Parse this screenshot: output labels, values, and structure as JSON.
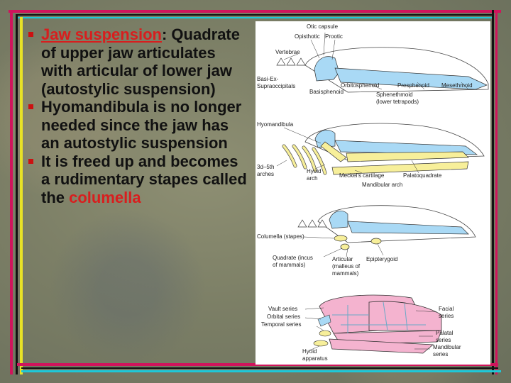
{
  "slide": {
    "bullets": [
      {
        "highlight": "Jaw suspension",
        "colon": ":",
        "text": "Quadrate of upper jaw articulates with articular of lower jaw (autostylic suspension)"
      },
      {
        "text": "Hyomandibula is no longer needed since the jaw has an autostylic suspension"
      },
      {
        "text_before": "It is freed up and becomes a rudimentary stapes called the ",
        "highlight": "columella"
      }
    ]
  },
  "figure": {
    "panel1": {
      "otic_capsule": "Otic capsule",
      "opisthotic": "Opisthotic",
      "prootic": "Prootic",
      "vertebrae": "Vertebrae",
      "basi_ex_1": "Basi-Ex-",
      "basi_ex_2": "Supraoccipitals",
      "basisphenoid": "Basisphenoid",
      "orbitosphenoid": "Orbitosphenoid",
      "presphenoid": "Presphenoid",
      "mesethmoid": "Mesethmoid",
      "sphenethmoid_1": "Sphenethmoid",
      "sphenethmoid_2": "(lower tetrapods)"
    },
    "panel2": {
      "hyomandibula": "Hyomandibula",
      "arches_1": "3d–5th",
      "arches_2": "arches",
      "hyoid_1": "Hyoid",
      "hyoid_2": "arch",
      "meckels": "Meckel's cartilage",
      "palatoquadrate": "Palatoquadrate",
      "mandibular_arch": "Mandibular arch"
    },
    "panel3": {
      "columella": "Columella (stapes)",
      "quadrate_1": "Quadrate (incus",
      "quadrate_2": "of mammals)",
      "articular_1": "Articular",
      "articular_2": "(malleus of",
      "articular_3": "mammals)",
      "epipterygoid": "Epipterygoid"
    },
    "panel4": {
      "vault": "Vault series",
      "orbital": "Orbital series",
      "temporal": "Temporal series",
      "facial_1": "Facial",
      "facial_2": "series",
      "palatal_1": "Palatal",
      "palatal_2": "series",
      "mandibular_1": "Mandibular",
      "mandibular_2": "series",
      "hyoid_app_1": "Hyoid",
      "hyoid_app_2": "apparatus"
    }
  },
  "colors": {
    "accent_red": "#d81e1e",
    "bone_blue": "#a9d9f5",
    "cartilage_yellow": "#f7ef9a",
    "skull_pink": "#f4b3cf",
    "frame_magenta": "#d0145c",
    "frame_cyan": "#1ec8d8"
  }
}
